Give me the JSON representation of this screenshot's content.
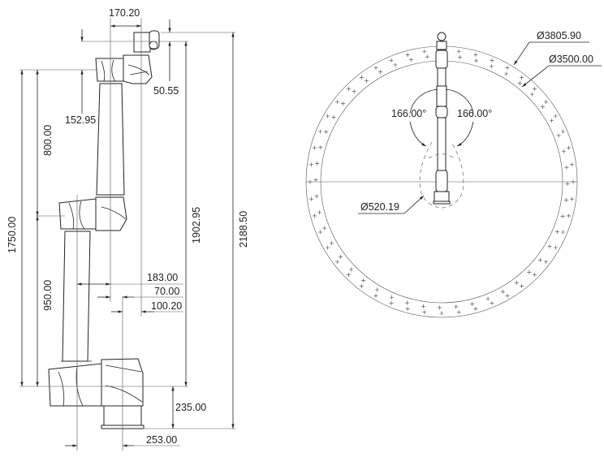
{
  "side_view": {
    "dimensions": {
      "flange_offset": "170.20",
      "wrist_offset": "50.55",
      "wrist_height": "152.95",
      "upper_arm": "800.00",
      "lower_arm": "950.00",
      "arm_total": "1750.00",
      "flange_height": "1902.95",
      "total_height": "2188.50",
      "elbow_offset": "183.00",
      "shoulder_offset_a": "70.00",
      "shoulder_offset_b": "100.20",
      "base_height": "235.00",
      "base_offset": "253.00"
    }
  },
  "top_view": {
    "dimensions": {
      "outer_diameter": "Ø3805.90",
      "reach_diameter": "Ø3500.00",
      "inner_diameter": "Ø520.19",
      "rotation_left": "166.00°",
      "rotation_right": "166.00°"
    }
  }
}
